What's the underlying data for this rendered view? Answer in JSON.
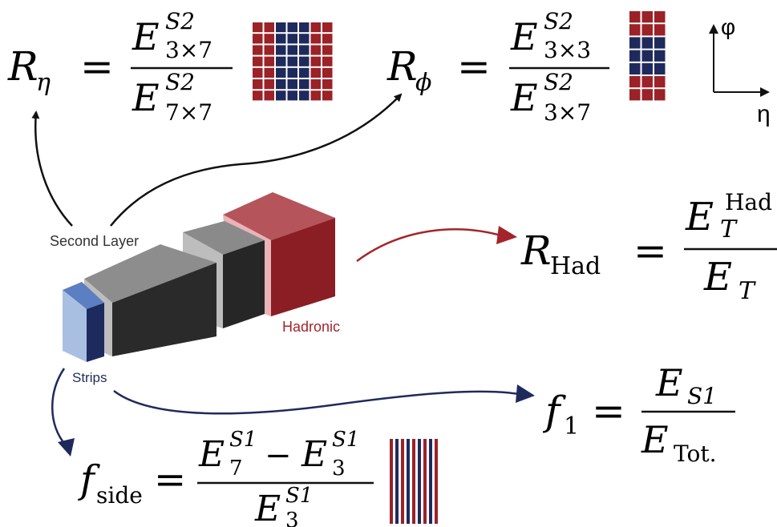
{
  "formulas": {
    "r_eta": {
      "lhs_main": "R",
      "lhs_sub": "η",
      "num_main": "E",
      "num_sup": "S2",
      "num_sub": "3×7",
      "den_main": "E",
      "den_sup": "S2",
      "den_sub": "7×7"
    },
    "r_phi": {
      "lhs_main": "R",
      "lhs_sub": "ϕ",
      "num_main": "E",
      "num_sup": "S2",
      "num_sub": "3×3",
      "den_main": "E",
      "den_sup": "S2",
      "den_sub": "3×7"
    },
    "r_had": {
      "lhs_main": "R",
      "lhs_sub": "Had",
      "num_main": "E",
      "num_sub": "T",
      "num_sup": "Had",
      "den_main": "E",
      "den_sub": "T"
    },
    "f1": {
      "lhs_main": "f",
      "lhs_sub": "1",
      "num_main": "E",
      "num_sub": "S1",
      "den_main": "E",
      "den_sub": "Tot."
    },
    "f_side": {
      "lhs_main": "f",
      "lhs_sub": "side",
      "num_a_main": "E",
      "num_a_sup": "S1",
      "num_a_sub": "7",
      "minus": "−",
      "num_b_main": "E",
      "num_b_sup": "S1",
      "num_b_sub": "3",
      "den_main": "E",
      "den_sup": "S1",
      "den_sub": "3"
    },
    "equals": "="
  },
  "axes": {
    "vertical": "φ",
    "horizontal": "η"
  },
  "detector_labels": {
    "second_layer": "Second Layer",
    "hadronic": "Hadronic",
    "strips": "Strips"
  },
  "colors": {
    "red": "#9b2226",
    "navy": "#1f2a5c",
    "arrow_black": "#111111",
    "arrow_red": "#a3252b",
    "arrow_navy": "#1f2a5c",
    "hadronic_label": "#a3252b",
    "strips_label": "#1f2a5c"
  }
}
